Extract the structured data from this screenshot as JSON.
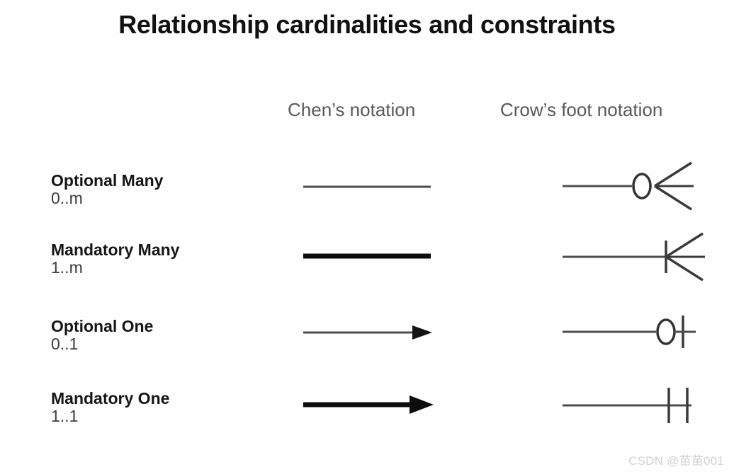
{
  "slide": {
    "title": "Relationship cardinalities and constraints",
    "background_color": "#fefefe",
    "title_color": "#111111"
  },
  "columns": {
    "label_column_header": "",
    "chen_header": "Chen’s notation",
    "crow_header": "Crow’s foot notation",
    "header_color": "#595959"
  },
  "rows": [
    {
      "name": "Optional Many",
      "cardinality": "0..m",
      "chen_symbol": "thin-line",
      "crow_symbol": "circle-crowsfoot",
      "chen_stroke_width": 3,
      "chen_color": "#4d4d4d"
    },
    {
      "name": "Mandatory Many",
      "cardinality": "1..m",
      "chen_symbol": "thick-line",
      "crow_symbol": "bar-crowsfoot",
      "chen_stroke_width": 7,
      "chen_color": "#0d0d0d"
    },
    {
      "name": "Optional One",
      "cardinality": "0..1",
      "chen_symbol": "thin-arrow",
      "crow_symbol": "circle-bar",
      "chen_stroke_width": 3,
      "chen_color": "#4d4d4d"
    },
    {
      "name": "Mandatory One",
      "cardinality": "1..1",
      "chen_symbol": "thick-arrow",
      "crow_symbol": "double-bar",
      "chen_stroke_width": 7,
      "chen_color": "#0d0d0d"
    }
  ],
  "symbol_legend": {
    "thin-line": "plain thin horizontal line",
    "thick-line": "plain thick horizontal line",
    "thin-arrow": "thin horizontal line with solid arrowhead at right",
    "thick-arrow": "thick horizontal line with solid arrowhead at right",
    "circle-crowsfoot": "horizontal line, hollow circle, three-pronged crow’s foot",
    "bar-crowsfoot": "horizontal line, single vertical bar, three-pronged crow’s foot",
    "circle-bar": "horizontal line, hollow circle, single vertical bar",
    "double-bar": "horizontal line with two vertical bars"
  },
  "watermark": {
    "text": "CSDN @苗苗001",
    "color": "#d2d2d2"
  }
}
